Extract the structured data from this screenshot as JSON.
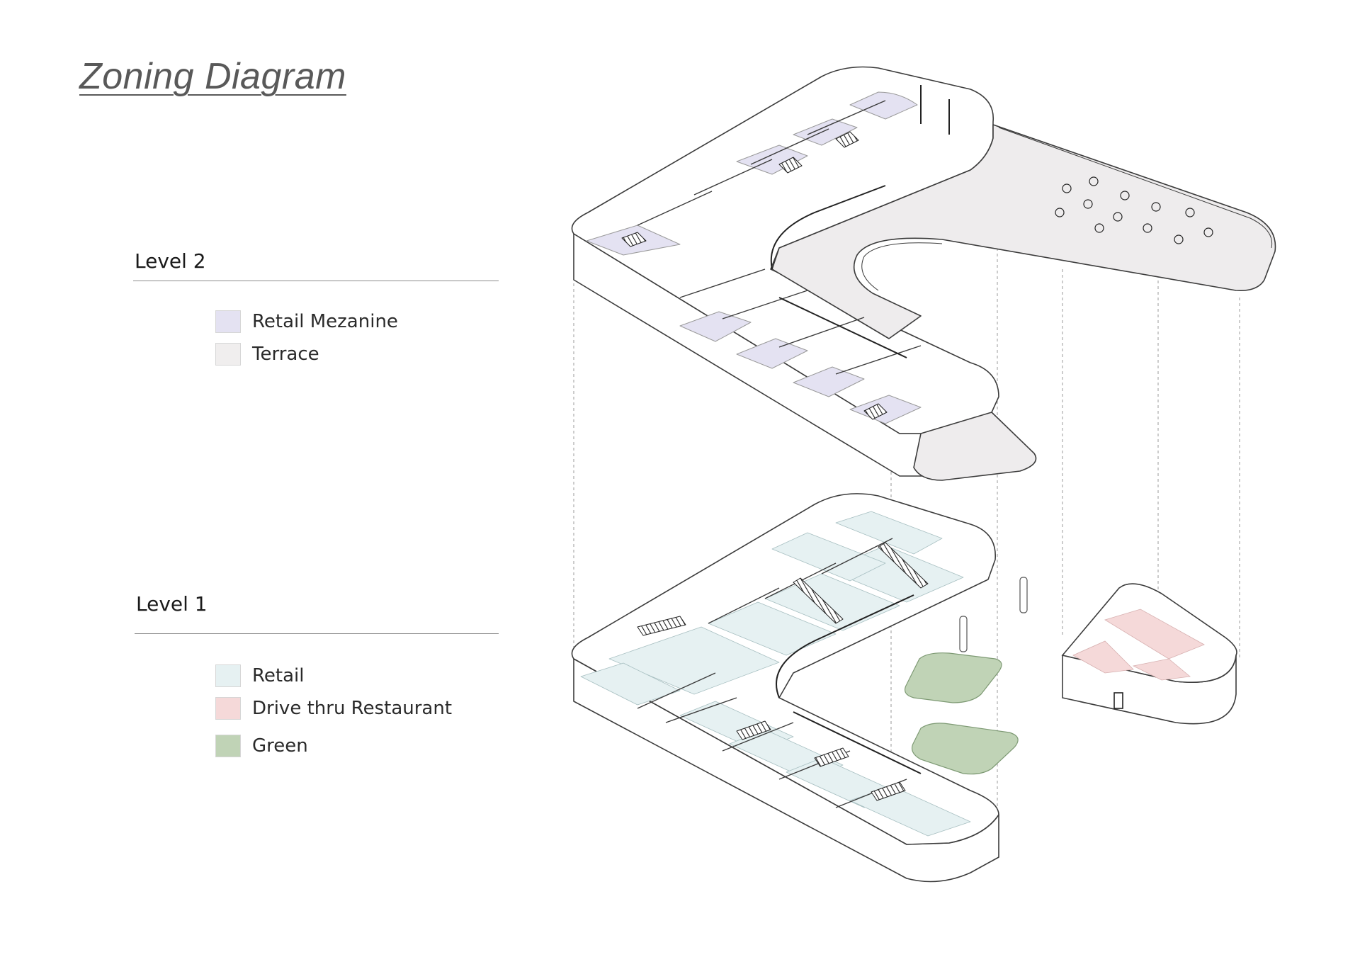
{
  "title": "Zoning Diagram",
  "level2": {
    "heading": "Level 2",
    "legend": [
      {
        "label": "Retail Mezanine",
        "color": "#e4e2f2"
      },
      {
        "label": "Terrace",
        "color": "#f0eeee"
      }
    ]
  },
  "level1": {
    "heading": "Level 1",
    "legend": [
      {
        "label": "Retail",
        "color": "#e6f1f2"
      },
      {
        "label": "Drive thru Restaurant",
        "color": "#f5d9d9"
      },
      {
        "label": "Green",
        "color": "#c0d3b6"
      }
    ]
  },
  "colors": {
    "line": "#3c3c3c",
    "wall": "#ffffff",
    "mezzanine": "#e4e2f2",
    "terrace": "#eeeced",
    "retail": "#e6f1f2",
    "restaurant": "#f5d9d9",
    "green": "#c0d3b6"
  }
}
